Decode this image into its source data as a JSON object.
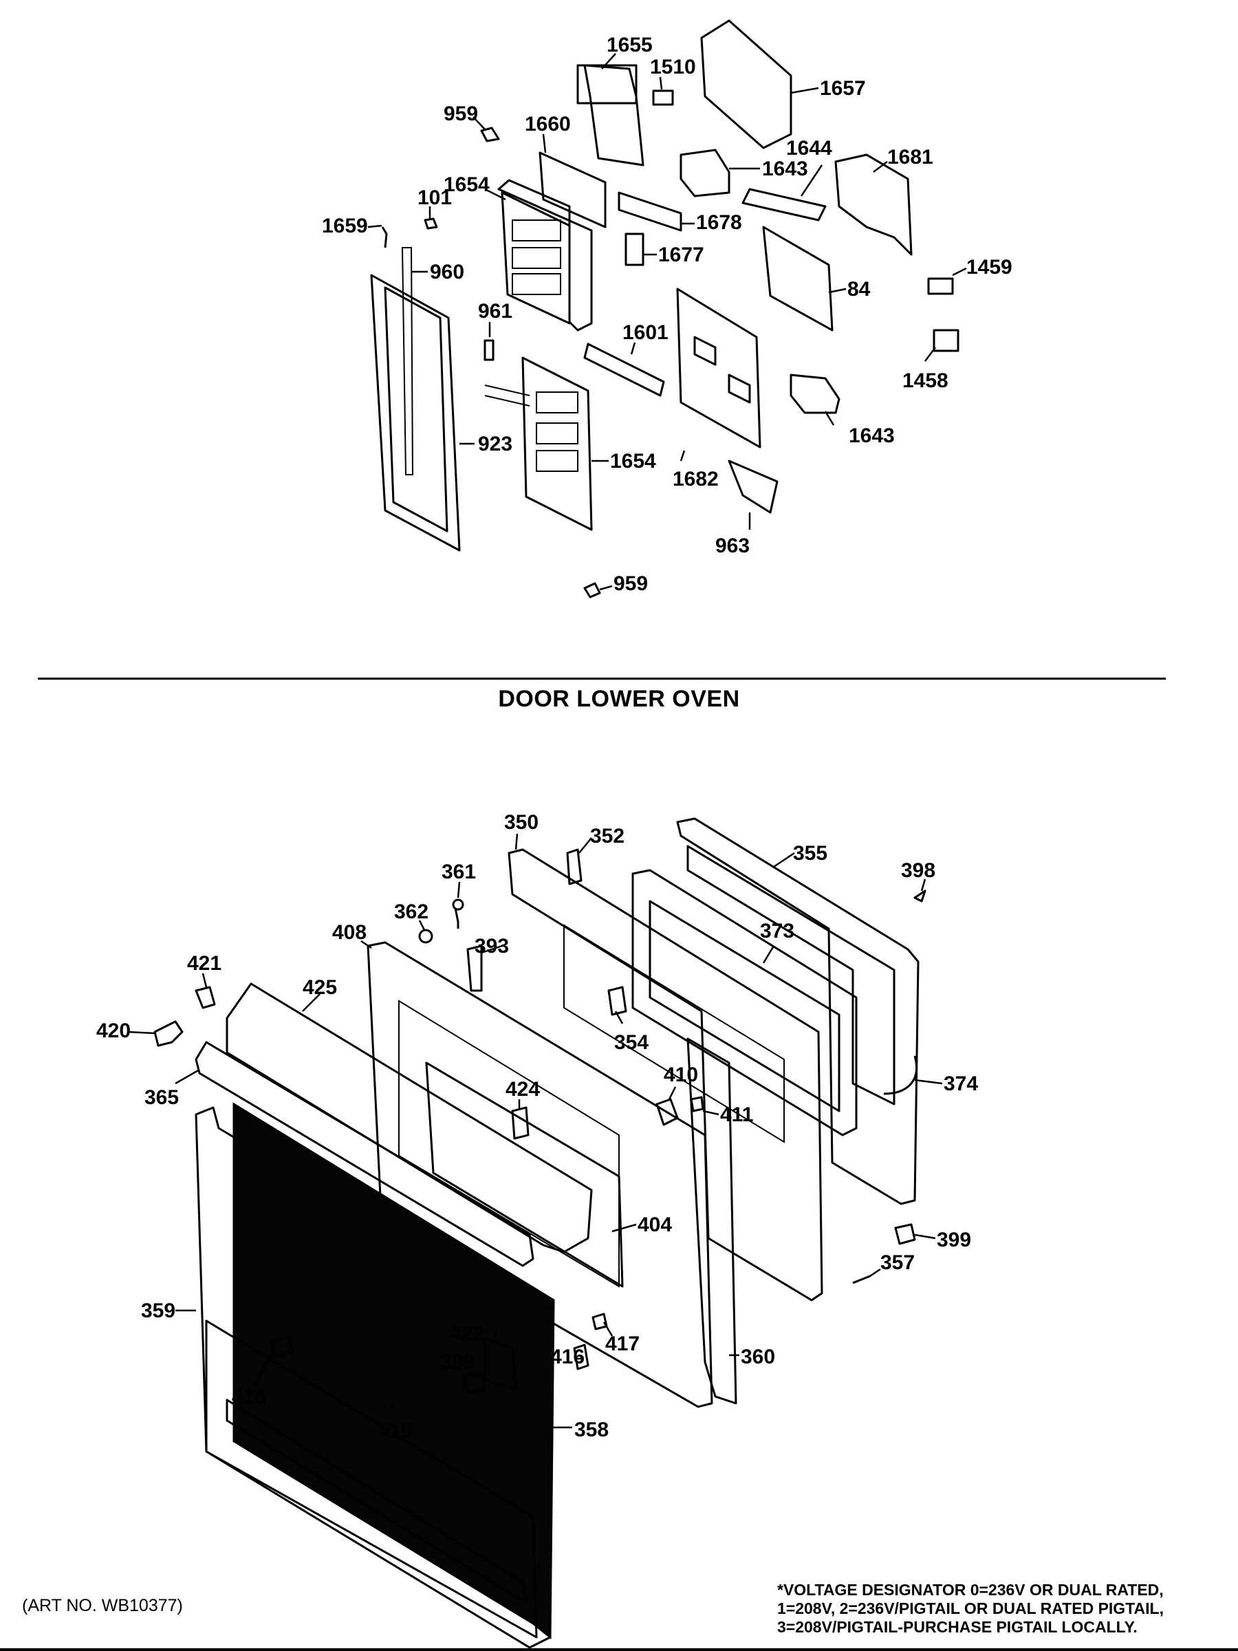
{
  "section_title": "DOOR LOWER OVEN",
  "art_number": "(ART NO. WB10377)",
  "voltage_note": [
    "*VOLTAGE DESIGNATOR 0=236V OR DUAL RATED,",
    "1=208V, 2=236V/PIGTAIL OR DUAL RATED PIGTAIL,",
    "3=208V/PIGTAIL-PURCHASE PIGTAIL LOCALLY."
  ],
  "upper_labels": [
    "1655",
    "1510",
    "1657",
    "959",
    "1660",
    "1643",
    "1644",
    "1681",
    "1654",
    "101",
    "1659",
    "1678",
    "1677",
    "960",
    "1459",
    "84",
    "961",
    "1601",
    "1458",
    "1643",
    "923",
    "1654",
    "1682",
    "963",
    "959"
  ],
  "lower_labels": [
    "350",
    "352",
    "355",
    "398",
    "361",
    "362",
    "393",
    "373",
    "408",
    "421",
    "425",
    "420",
    "354",
    "365",
    "374",
    "410",
    "424",
    "411",
    "404",
    "399",
    "357",
    "359",
    "422",
    "417",
    "399",
    "416",
    "360",
    "418",
    "419",
    "358"
  ]
}
